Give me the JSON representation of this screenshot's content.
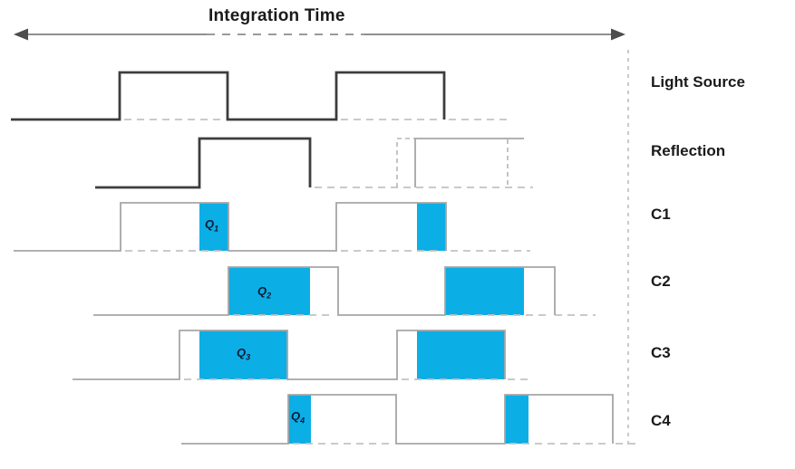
{
  "header": {
    "title": "Integration Time"
  },
  "labels": {
    "light_source": "Light Source",
    "reflection": "Reflection",
    "c1": "C1",
    "c2": "C2",
    "c3": "C3",
    "c4": "C4"
  },
  "charges": {
    "q1": {
      "base": "Q",
      "sub": "1"
    },
    "q2": {
      "base": "Q",
      "sub": "2"
    },
    "q3": {
      "base": "Q",
      "sub": "3"
    },
    "q4": {
      "base": "Q",
      "sub": "4"
    }
  },
  "colors": {
    "accent_blue": "#0caee6",
    "dark_line": "#3d3d3d",
    "light_line": "#a6a6a6",
    "dash_gray": "#c2c2c2",
    "text_color": "#1a1a1a",
    "q_text": "#0d1b33"
  }
}
